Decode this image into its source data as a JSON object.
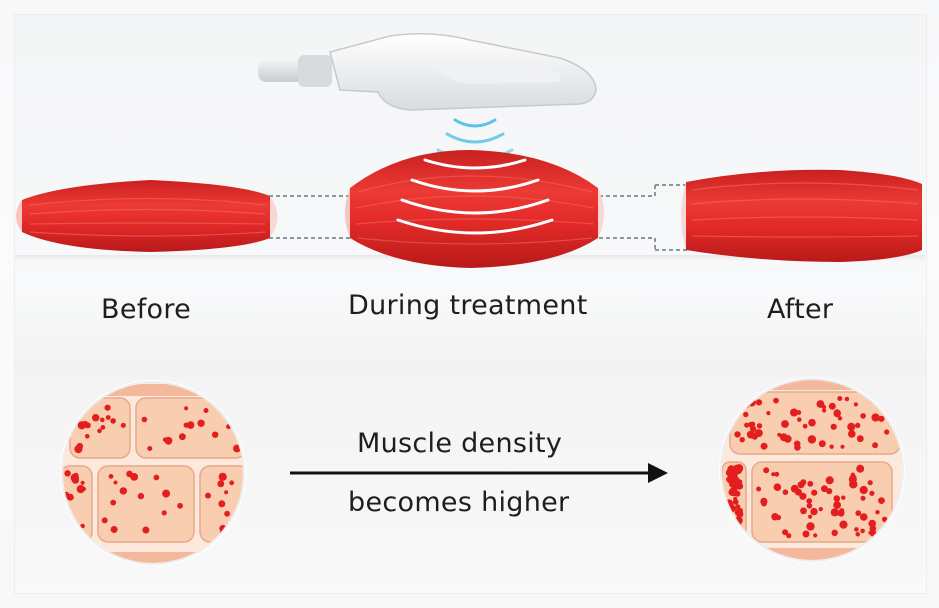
{
  "labels": {
    "before": "Before",
    "during": "During treatment",
    "after": "After",
    "density_line1": "Muscle density",
    "density_line2": "becomes higher"
  },
  "icons": {
    "device": "handpiece-icon",
    "waves": "electromagnetic-wave-icon",
    "arrow": "right-arrow-icon"
  },
  "colors": {
    "muscle": "#e22a2a",
    "muscle_dark": "#b81a1a",
    "cell_fill": "#f8cdb0",
    "cell_border": "#e6a98a",
    "dot": "#e31e1e",
    "wave": "#6fc9e8",
    "arrow": "#111111"
  }
}
